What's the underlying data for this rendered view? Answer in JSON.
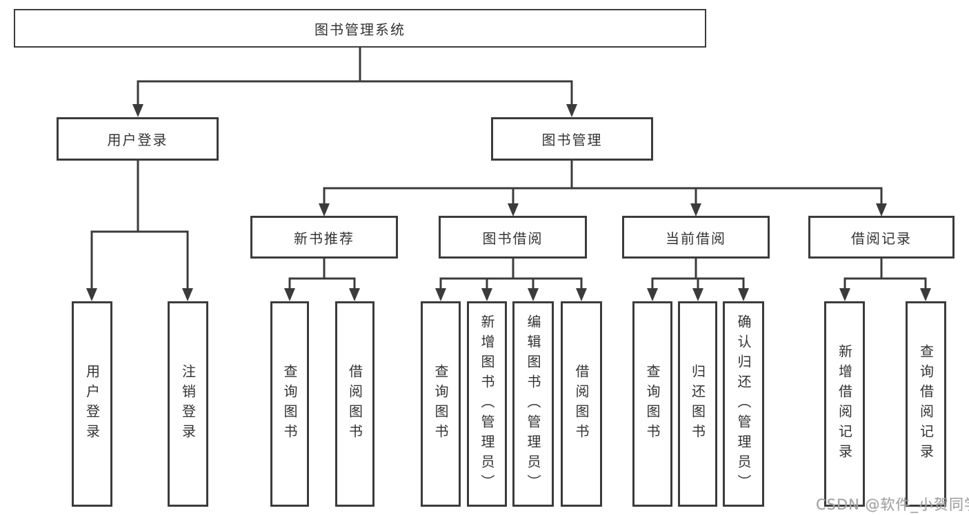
{
  "tree": {
    "root": {
      "label": "图书管理系统"
    },
    "branches": [
      {
        "label": "用户登录",
        "children": [
          {
            "label": "用户登录"
          },
          {
            "label": "注销登录"
          }
        ]
      },
      {
        "label": "图书管理",
        "children": [
          {
            "label": "新书推荐",
            "children": [
              {
                "label": "查询图书"
              },
              {
                "label": "借阅图书"
              }
            ]
          },
          {
            "label": "图书借阅",
            "children": [
              {
                "label": "查询图书"
              },
              {
                "label": "新增图书（管理员）"
              },
              {
                "label": "编辑图书（管理员）"
              },
              {
                "label": "借阅图书"
              }
            ]
          },
          {
            "label": "当前借阅",
            "children": [
              {
                "label": "查询图书"
              },
              {
                "label": "归还图书"
              },
              {
                "label": "确认归还（管理员）"
              }
            ]
          },
          {
            "label": "借阅记录",
            "children": [
              {
                "label": "新增借阅记录"
              },
              {
                "label": "查询借阅记录"
              }
            ]
          }
        ]
      }
    ]
  },
  "watermark": {
    "text": "CSDN @软件_小贺同学"
  },
  "colors": {
    "line": "#3b3b3b",
    "box_border": "#3b3b3b",
    "text": "#333333",
    "watermark": "#a3a3a3",
    "background": "#ffffff"
  }
}
